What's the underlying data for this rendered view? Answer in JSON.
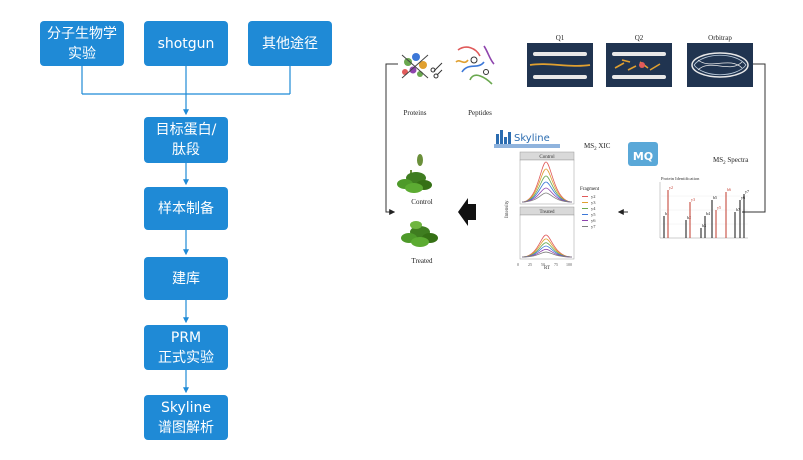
{
  "flow": {
    "top": [
      {
        "line1": "分子生物学",
        "line2": "实验"
      },
      {
        "line1": "shotgun",
        "line2": ""
      },
      {
        "line1": "其他途径",
        "line2": ""
      }
    ],
    "steps": [
      {
        "line1": "目标蛋白/",
        "line2": "肽段"
      },
      {
        "line1": "样本制备",
        "line2": ""
      },
      {
        "line1": "建库",
        "line2": ""
      },
      {
        "line1": "PRM",
        "line2": "正式实验"
      },
      {
        "line1": "Skyline",
        "line2": "谱图解析"
      }
    ]
  },
  "workflow": {
    "proteins_label": "Proteins",
    "peptides_label": "Peptides",
    "q1_label": "Q1",
    "q2_label": "Q2",
    "orbitrap_label": "Orbitrap",
    "skyline_logo": "Skyline",
    "ms2_xic_prefix": "MS",
    "ms2_xic_sub": "2",
    "ms2_xic_suffix": " XIC",
    "mq_logo": "MQ",
    "ms2_spectra_prefix": "MS",
    "ms2_spectra_sub": "2",
    "ms2_spectra_suffix": " Spectra",
    "control_label": "Control",
    "treated_label": "Treated",
    "panel_control": "Control",
    "panel_treated": "Treated",
    "intensity_label": "Intensity",
    "rt_label": "RT",
    "fragment_title": "Fragment",
    "fragments": [
      "y2",
      "y3",
      "y4",
      "y5",
      "y6",
      "y7"
    ],
    "spectrum_title": "Protein Identification",
    "ion_labels": [
      "b1",
      "y2",
      "b2",
      "y3",
      "b3",
      "b4",
      "b5",
      "y5",
      "b6",
      "b7",
      "y6",
      "y7"
    ]
  },
  "colors": {
    "box": "#1f8ad6",
    "fragment_colors": [
      "#e05a5a",
      "#e0a030",
      "#6aa84f",
      "#3c78d8",
      "#8e44ad",
      "#7f7f7f"
    ]
  }
}
